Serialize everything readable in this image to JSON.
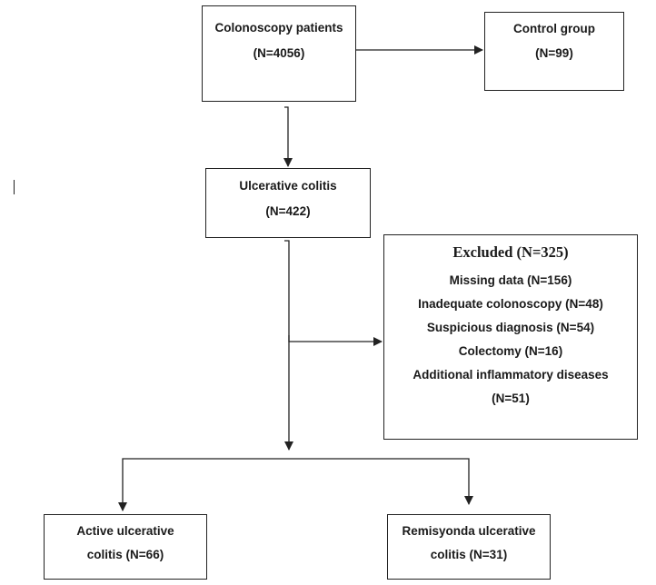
{
  "nodes": {
    "colonoscopy": {
      "line1": "Colonoscopy patients",
      "line2": "(N=4056)"
    },
    "control": {
      "line1": "Control group",
      "line2": "(N=99)"
    },
    "ulcerative_colitis": {
      "line1": "Ulcerative colitis",
      "line2": "(N=422)"
    },
    "excluded": {
      "title": "Excluded (N=325)",
      "items": [
        "Missing data (N=156)",
        "Inadequate colonoscopy (N=48)",
        "Suspicious diagnosis (N=54)",
        "Colectomy (N=16)",
        "Additional inflammatory diseases",
        "(N=51)"
      ]
    },
    "active": {
      "line1": "Active ulcerative",
      "line2": "colitis (N=66)"
    },
    "remission": {
      "line1": "Remisyonda ulcerative",
      "line2": "colitis (N=31)"
    }
  },
  "edges": [
    {
      "from": "colonoscopy",
      "to": "control"
    },
    {
      "from": "colonoscopy",
      "to": "ulcerative_colitis"
    },
    {
      "from": "ulcerative_colitis",
      "to": "excluded"
    },
    {
      "from": "ulcerative_colitis",
      "to": "active"
    },
    {
      "from": "ulcerative_colitis",
      "to": "remission"
    }
  ],
  "colors": {
    "line": "#222222",
    "text": "#1a1a1a",
    "background": "#ffffff"
  }
}
